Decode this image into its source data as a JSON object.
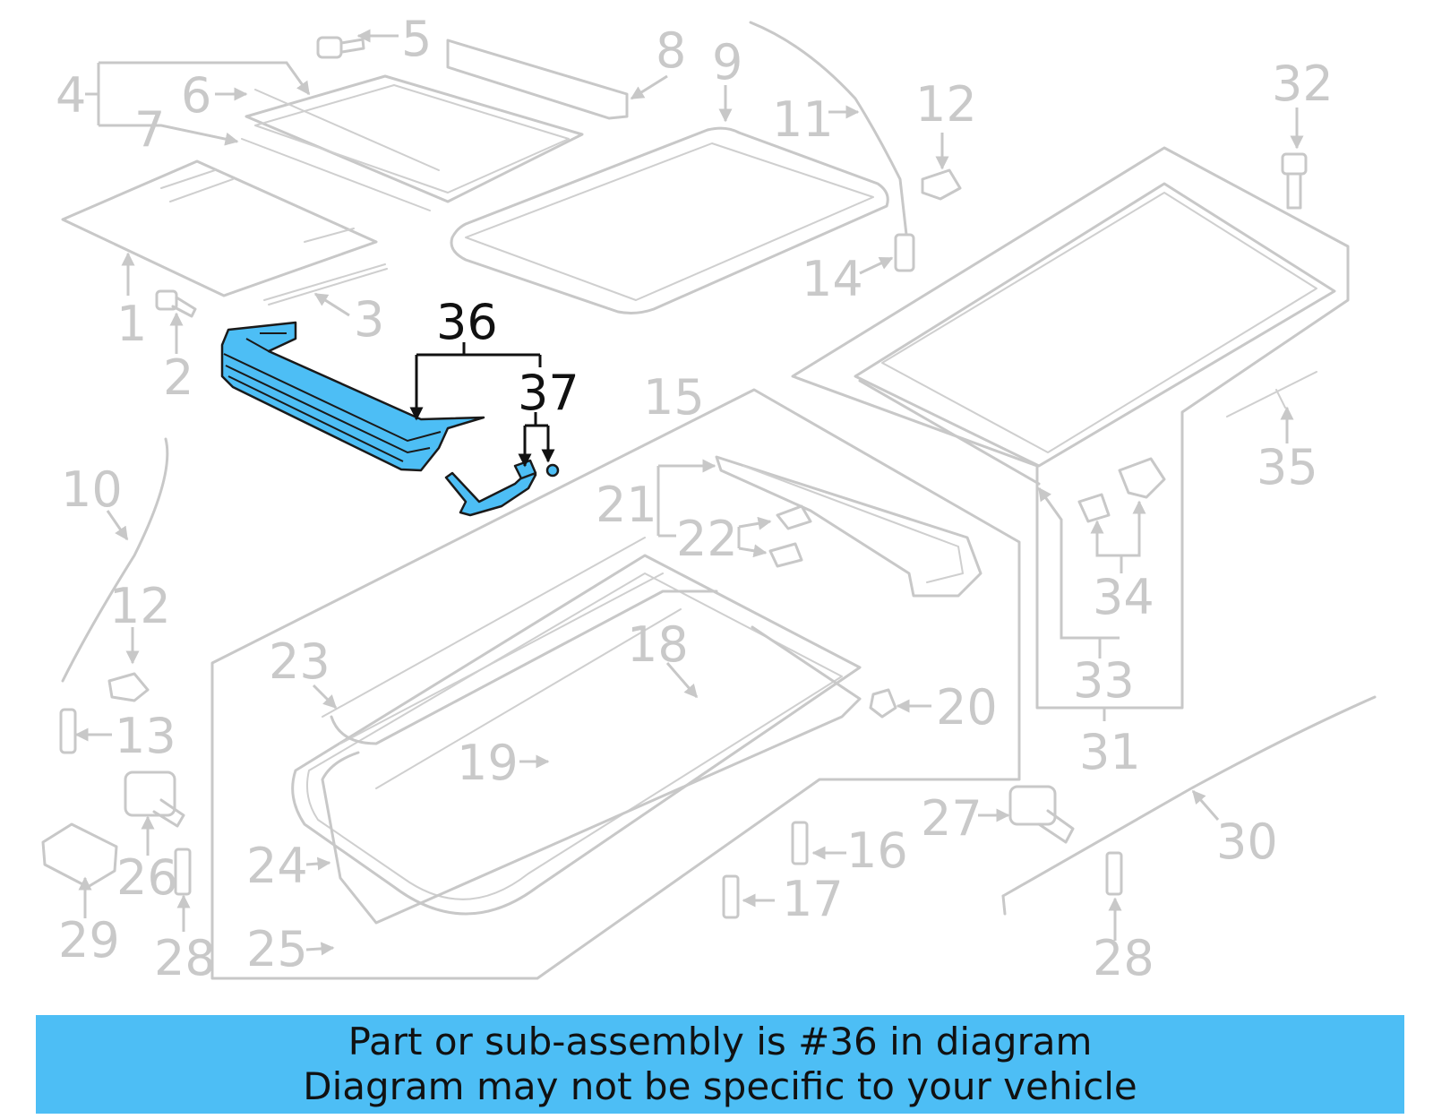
{
  "diagram": {
    "highlight_color": "#4dbef5",
    "line_color": "#c8c8c8",
    "highlighted_labels": [
      "36",
      "37"
    ],
    "labels": [
      "1",
      "2",
      "3",
      "4",
      "5",
      "6",
      "7",
      "8",
      "9",
      "10",
      "11",
      "12",
      "12",
      "13",
      "14",
      "15",
      "16",
      "17",
      "18",
      "19",
      "20",
      "21",
      "22",
      "23",
      "24",
      "25",
      "26",
      "27",
      "28",
      "28",
      "29",
      "30",
      "31",
      "32",
      "33",
      "34",
      "35",
      "36",
      "37"
    ]
  },
  "banner": {
    "line1": "Part or sub-assembly is #36 in diagram",
    "line2": "Diagram may not be specific to your vehicle",
    "background": "#4dbef5"
  }
}
